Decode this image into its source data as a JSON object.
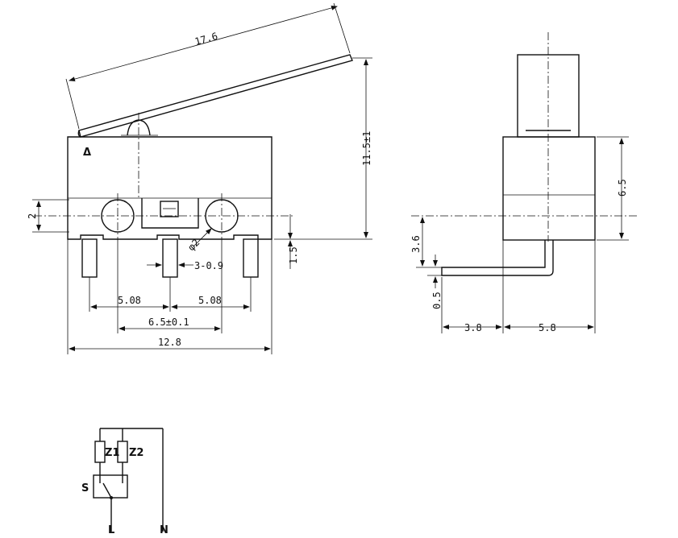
{
  "dimensions": {
    "lever_length": "17.6",
    "total_height": "11.5±1",
    "hole_offset": "2",
    "pin_width": "3-0.9",
    "hole_dia": "φ2",
    "pin_bottom": "1.5",
    "pitch_left": "5.08",
    "pitch_right": "5.08",
    "hole_pitch": "6.5±0.1",
    "body_width": "12.8",
    "side_height": "6.5",
    "side_pin_height": "3.6",
    "side_pin_thick": "0.5",
    "side_offset": "3.8",
    "side_width": "5.8"
  },
  "body_mark": "Δ",
  "schematic": {
    "z1": "Z1",
    "z2": "Z2",
    "switch": "S",
    "line": "L",
    "neutral": "N"
  }
}
